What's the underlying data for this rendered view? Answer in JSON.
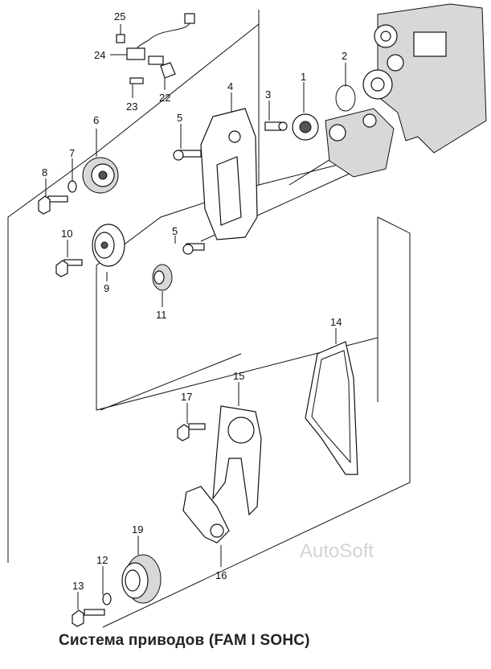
{
  "caption": "Система приводов (FAM I SOHC)",
  "watermark": "AutoSoft",
  "callouts": {
    "c1": "1",
    "c2": "2",
    "c3": "3",
    "c4": "4",
    "c5a": "5",
    "c5b": "5",
    "c6": "6",
    "c7": "7",
    "c8": "8",
    "c9": "9",
    "c10": "10",
    "c11": "11",
    "c12": "12",
    "c13": "13",
    "c14": "14",
    "c15": "15",
    "c16": "16",
    "c17": "17",
    "c19": "19",
    "c22": "22",
    "c23": "23",
    "c24": "24",
    "c25": "25"
  }
}
